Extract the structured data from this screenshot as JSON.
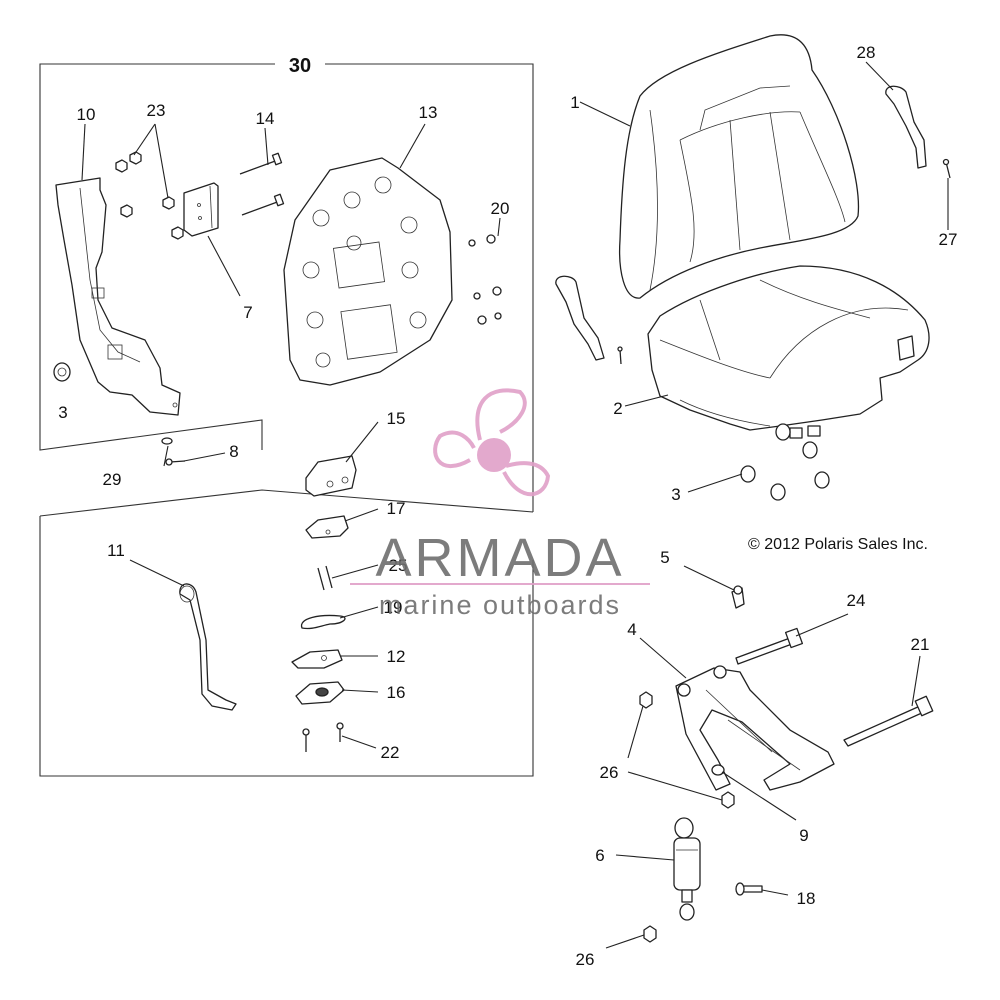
{
  "assembly_label": "30",
  "copyright": "© 2012 Polaris Sales Inc.",
  "watermark": {
    "brand": "ARMADA",
    "tagline": "marine outboards",
    "accent_color": "#e0a0c8",
    "text_color": "#6e6e6e"
  },
  "callouts": {
    "c1": "1",
    "c2": "2",
    "c3a": "3",
    "c3b": "3",
    "c4": "4",
    "c5": "5",
    "c6": "6",
    "c7": "7",
    "c8": "8",
    "c9": "9",
    "c10": "10",
    "c11": "11",
    "c12": "12",
    "c13": "13",
    "c14": "14",
    "c15": "15",
    "c16": "16",
    "c17": "17",
    "c18": "18",
    "c19": "19",
    "c20": "20",
    "c21": "21",
    "c22": "22",
    "c23": "23",
    "c24": "24",
    "c25": "25",
    "c26a": "26",
    "c26b": "26",
    "c27": "27",
    "c28": "28",
    "c29": "29"
  }
}
